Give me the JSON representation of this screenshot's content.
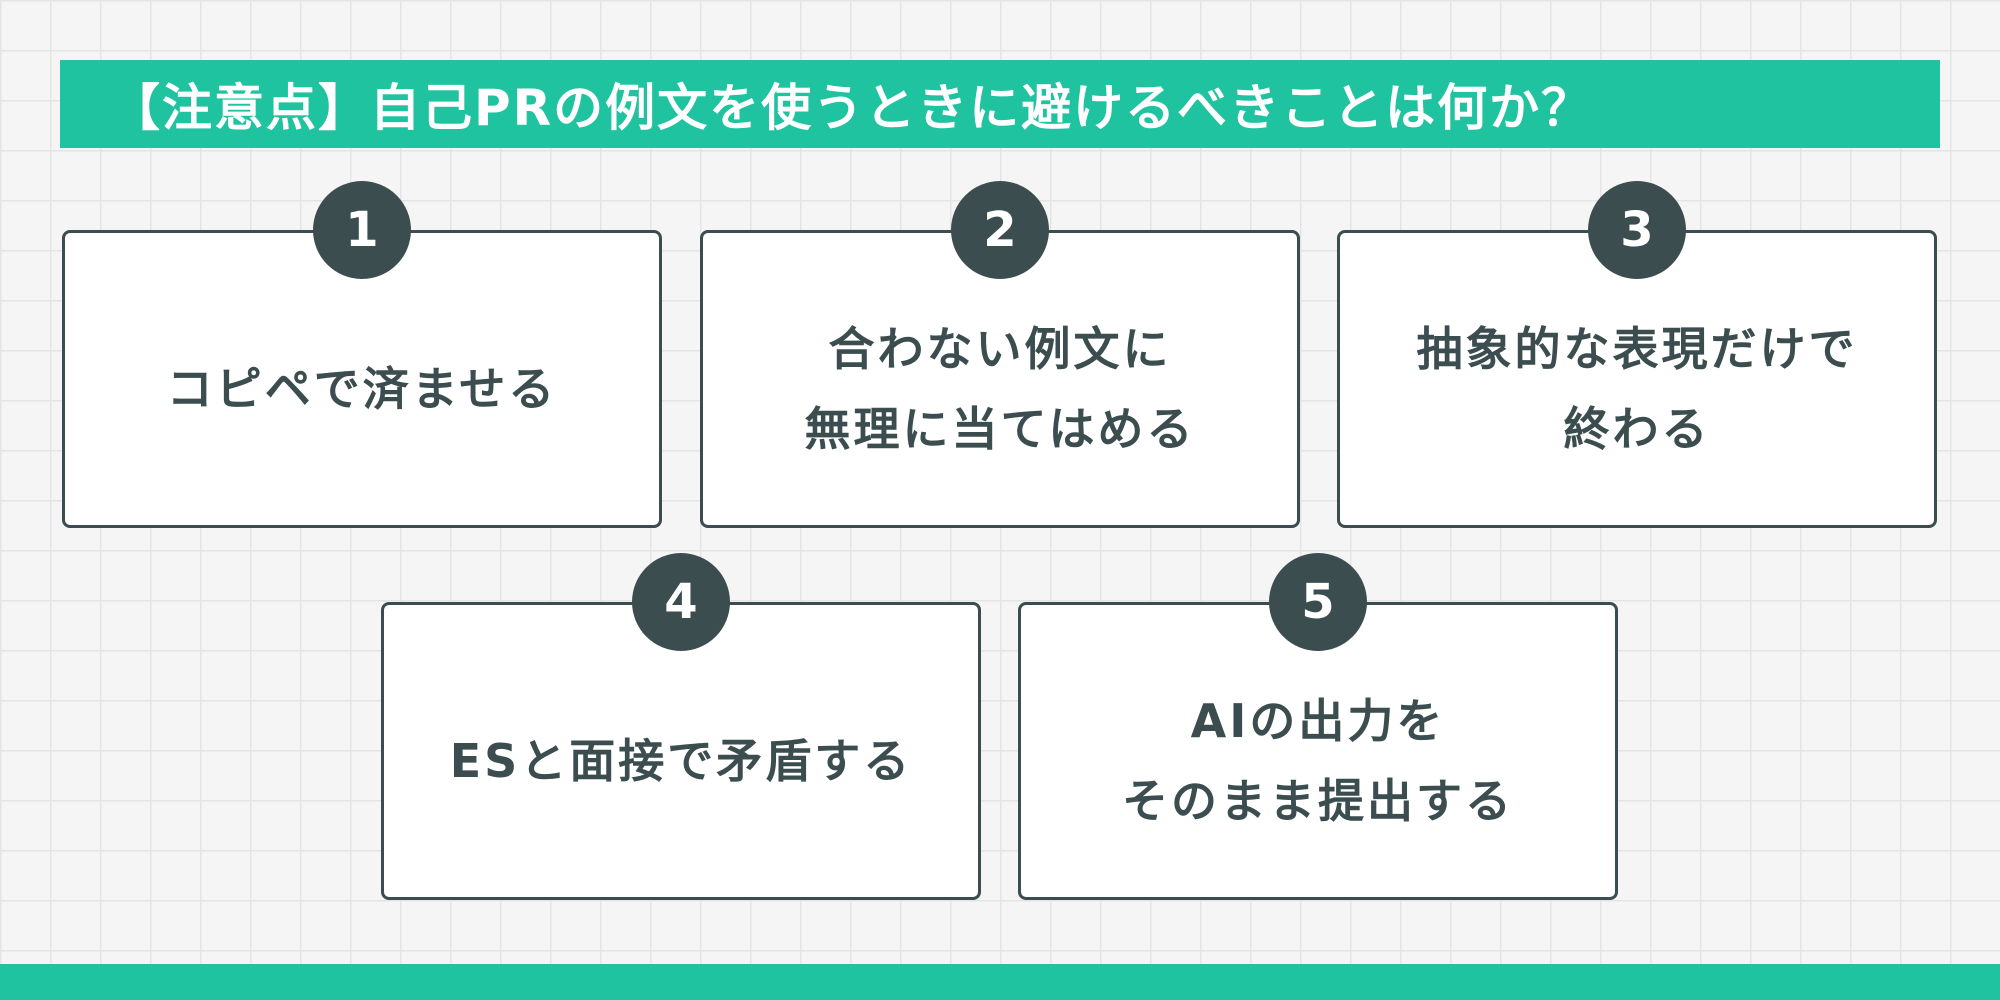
{
  "title": "【注意点】自己PRの例文を使うときに避けるべきことは何か？",
  "items": [
    {
      "number": "1",
      "text": "コピペで済ませる"
    },
    {
      "number": "2",
      "text": "合わない例文に\n無理に当てはめる"
    },
    {
      "number": "3",
      "text": "抽象的な表現だけで\n終わる"
    },
    {
      "number": "4",
      "text": "ESと面接で矛盾する"
    },
    {
      "number": "5",
      "text": "AIの出力を\nそのまま提出する"
    }
  ],
  "colors": {
    "accent": "#1fc3a0",
    "dark": "#3c4d50",
    "card_background": "#ffffff",
    "page_background": "#f4f5f4"
  }
}
